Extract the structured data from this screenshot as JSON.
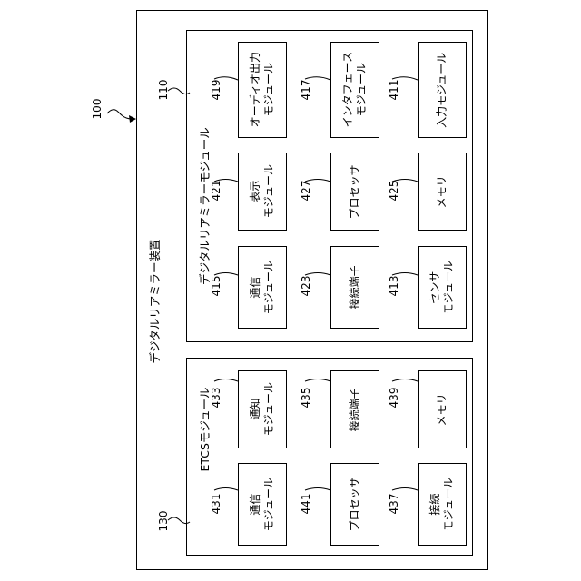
{
  "figure": {
    "ref": "100"
  },
  "outer": {
    "title": "デジタルリアミラー装置"
  },
  "top_module": {
    "ref": "110",
    "title": "デジタルリアミラーモジュール"
  },
  "bottom_module": {
    "ref": "130",
    "title": "ETCSモジュール"
  },
  "blocks": {
    "b419": {
      "ref": "419",
      "line1": "オーディオ出力",
      "line2": "モジュール"
    },
    "b417": {
      "ref": "417",
      "line1": "インタフェース",
      "line2": "モジュール"
    },
    "b411": {
      "ref": "411",
      "line1": "入力モジュール",
      "line2": ""
    },
    "b421": {
      "ref": "421",
      "line1": "表示",
      "line2": "モジュール"
    },
    "b427": {
      "ref": "427",
      "line1": "プロセッサ",
      "line2": ""
    },
    "b425": {
      "ref": "425",
      "line1": "メモリ",
      "line2": ""
    },
    "b415": {
      "ref": "415",
      "line1": "通信",
      "line2": "モジュール"
    },
    "b423": {
      "ref": "423",
      "line1": "接続端子",
      "line2": ""
    },
    "b413": {
      "ref": "413",
      "line1": "センサ",
      "line2": "モジュール"
    },
    "b433": {
      "ref": "433",
      "line1": "通知",
      "line2": "モジュール"
    },
    "b435": {
      "ref": "435",
      "line1": "接続端子",
      "line2": ""
    },
    "b439": {
      "ref": "439",
      "line1": "メモリ",
      "line2": ""
    },
    "b431": {
      "ref": "431",
      "line1": "通信",
      "line2": "モジュール"
    },
    "b441": {
      "ref": "441",
      "line1": "プロセッサ",
      "line2": ""
    },
    "b437": {
      "ref": "437",
      "line1": "接続",
      "line2": "モジュール"
    }
  }
}
